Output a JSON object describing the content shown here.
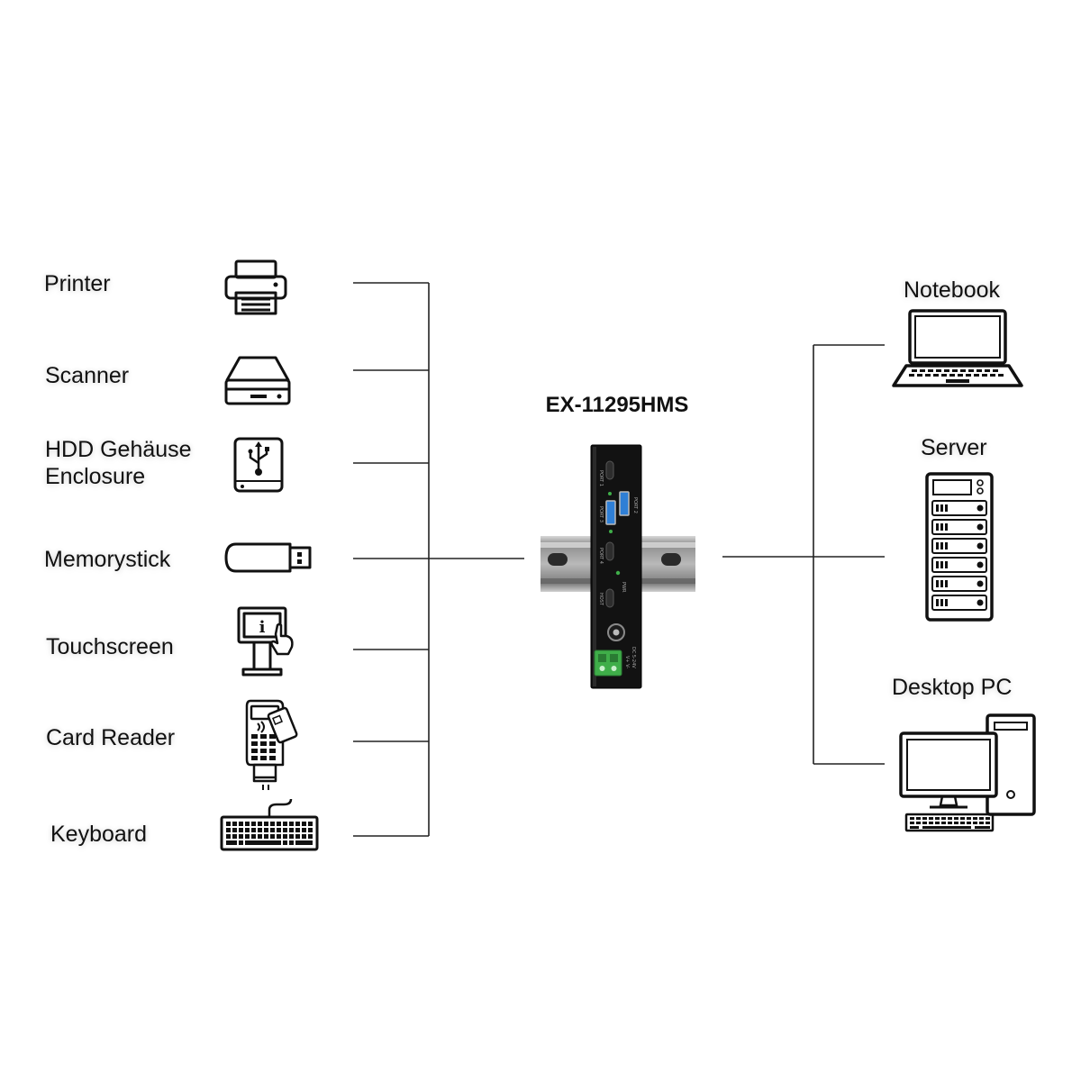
{
  "device": {
    "model": "EX-11295HMS"
  },
  "left_devices": [
    {
      "label": "Printer",
      "icon": "printer-icon"
    },
    {
      "label": "Scanner",
      "icon": "scanner-icon"
    },
    {
      "label": "HDD Gehäuse Enclosure",
      "icon": "hdd-enclosure-icon"
    },
    {
      "label": "Memorystick",
      "icon": "usb-stick-icon"
    },
    {
      "label": "Touchscreen",
      "icon": "touchscreen-kiosk-icon"
    },
    {
      "label": "Card Reader",
      "icon": "card-reader-icon"
    },
    {
      "label": "Keyboard",
      "icon": "keyboard-icon"
    }
  ],
  "right_devices": [
    {
      "label": "Notebook",
      "icon": "notebook-icon"
    },
    {
      "label": "Server",
      "icon": "server-icon"
    },
    {
      "label": "Desktop PC",
      "icon": "desktop-pc-icon"
    }
  ],
  "hub_ports": [
    "PORT 1",
    "PORT 2",
    "PORT 3",
    "PORT 4",
    "PWR",
    "HOST",
    "DC 5-24V",
    "V+ V-"
  ],
  "colors": {
    "line": "#222222",
    "usb_port": "#2f7fd6",
    "terminal": "#3fae49",
    "device_body": "#111111",
    "rail": "#9a9a9a"
  }
}
